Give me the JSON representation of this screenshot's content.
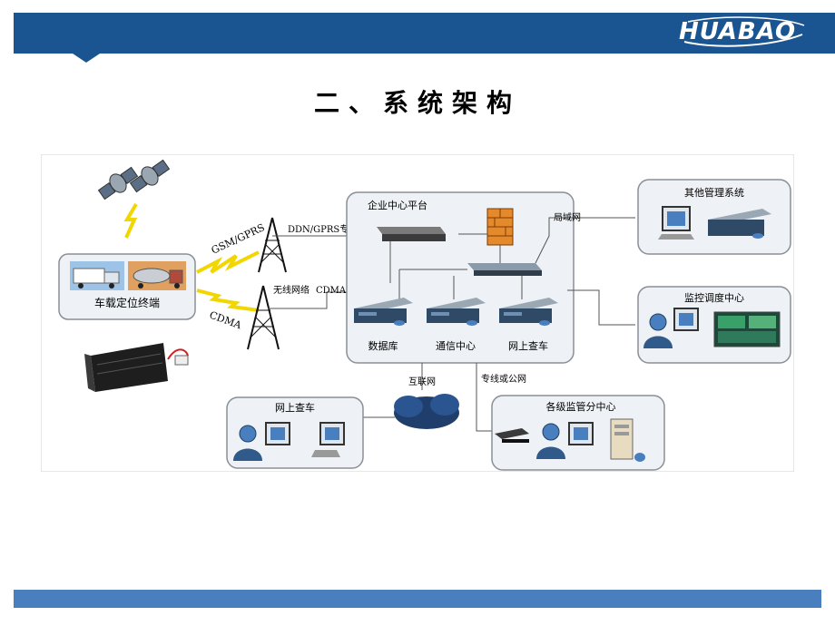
{
  "header": {
    "logo_text": "HUABAO",
    "logo_icon": "huabao-logo"
  },
  "title": "二、系统架构",
  "diagram": {
    "vehicle_box_label": "车载定位终端",
    "link_gsm_gprs": "GSM/GPRS",
    "link_cdma": "CDMA",
    "line_ddn_gprs": "DDN/GPRS专线",
    "line_wireless": "无线网络",
    "line_cdma": "CDMA专线",
    "platform_title": "企业中心平台",
    "server_database": "数据库",
    "server_comm_center": "通信中心",
    "server_web_query": "网上查车",
    "lan_label": "局域网",
    "other_mgmt_title": "其他管理系统",
    "monitor_center_title": "监控调度中心",
    "internet_label": "互联网",
    "dedicated_public_label": "专线或公网",
    "web_query_title": "网上查车",
    "branch_center_title": "各级监管分中心"
  }
}
